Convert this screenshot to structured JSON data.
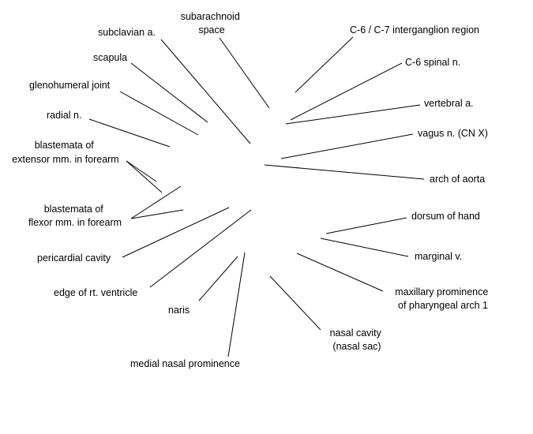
{
  "labels": {
    "subarachnoid_space": [
      "subarachnoid",
      "space"
    ],
    "subclavian_a": "subclavian a.",
    "scapula": "scapula",
    "glenohumeral_joint": "glenohumeral joint",
    "radial_n": "radial n.",
    "blastemata_extensor": [
      "blastemata of",
      "extensor mm. in forearm"
    ],
    "blastemata_flexor": [
      "blastemata of",
      "flexor mm. in forearm"
    ],
    "pericardial_cavity": "pericardial cavity",
    "edge_rt_ventricle": "edge of rt. ventricle",
    "naris": "naris",
    "medial_nasal_prominence": "medial nasal prominence",
    "nasal_cavity": [
      "nasal cavity",
      "(nasal sac)"
    ],
    "maxillary_prominence": [
      "maxillary prominence",
      "of pharyngeal arch 1"
    ],
    "marginal_v": "marginal v.",
    "dorsum_of_hand": "dorsum of hand",
    "arch_of_aorta": "arch of aorta",
    "vagus_n": "vagus n. (CN X)",
    "vertebral_a": "vertebral a.",
    "c6_spinal_n": "C-6 spinal n.",
    "c6_c7_region": "C-6 / C-7 interganglion region"
  }
}
